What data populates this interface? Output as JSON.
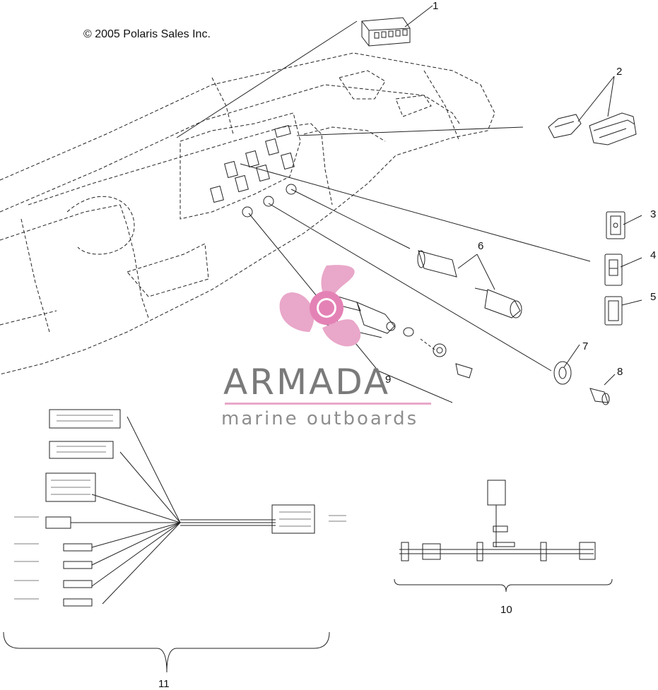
{
  "copyright": "© 2005 Polaris Sales Inc.",
  "callouts": {
    "c1": "1",
    "c2": "2",
    "c3": "3",
    "c4": "4",
    "c5": "5",
    "c6": "6",
    "c7": "7",
    "c8": "8",
    "c9": "9",
    "c10": "10",
    "c11": "11"
  },
  "watermark": {
    "title": "ARMADA",
    "subtitle": "marine outboards",
    "accent_color": "#e9a7c9",
    "text_color": "#7a7a7a",
    "logo_icon": "propeller-icon"
  },
  "line_color": "#222222"
}
